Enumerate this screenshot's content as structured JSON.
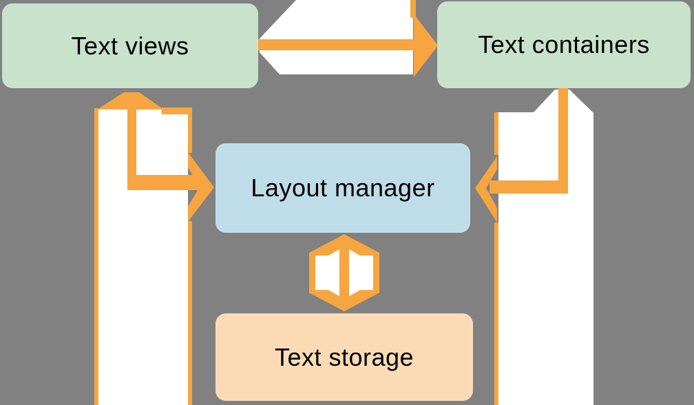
{
  "diagram": {
    "description": "Text system architecture diagram",
    "background_color": "#818181",
    "band_color": "#ffffff",
    "arrow_color": "#f6a540",
    "nodes": {
      "text_views": {
        "label": "Text views",
        "fill": "#c8e2cb"
      },
      "text_containers": {
        "label": "Text containers",
        "fill": "#c8e2cb"
      },
      "layout_manager": {
        "label": "Layout manager",
        "fill": "#bfdde9"
      },
      "text_storage": {
        "label": "Text storage",
        "fill": "#fbdbb5"
      }
    }
  }
}
